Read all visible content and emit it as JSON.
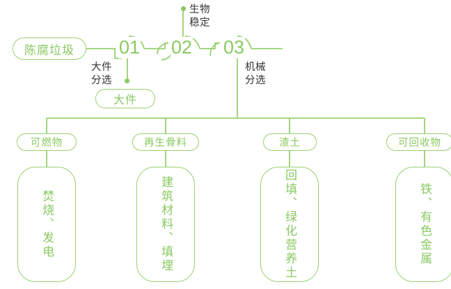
{
  "theme": {
    "line_color": "#9ad06f",
    "accent_green": "#8ac962",
    "dark_text": "#333333",
    "background": "#ffffff"
  },
  "diagram": {
    "type": "process-flow",
    "title_node": {
      "label": "陈腐垃圾"
    },
    "stages": [
      {
        "number": "01",
        "process_label": "大件\n分选",
        "process_line1": "大件",
        "process_line2": "分选",
        "output": "大件"
      },
      {
        "number": "02",
        "process_label": "生物\n稳定",
        "process_line1": "生物",
        "process_line2": "稳定",
        "output": null
      },
      {
        "number": "03",
        "process_label": "机械\n分选",
        "process_line1": "机械",
        "process_line2": "分选",
        "output": null
      }
    ],
    "intermediate_output": {
      "label": "大件"
    },
    "top_annotation": {
      "line1": "生物",
      "line2": "稳定"
    },
    "branches": [
      {
        "pill": "可燃物",
        "box_text": "焚烧、发电"
      },
      {
        "pill": "再生骨料",
        "box_text": "建筑材料、填埋"
      },
      {
        "pill": "渣土",
        "box_text": "回填、绿化营养土"
      },
      {
        "pill": "可回收物",
        "box_text": "铁、有色金属"
      }
    ]
  }
}
